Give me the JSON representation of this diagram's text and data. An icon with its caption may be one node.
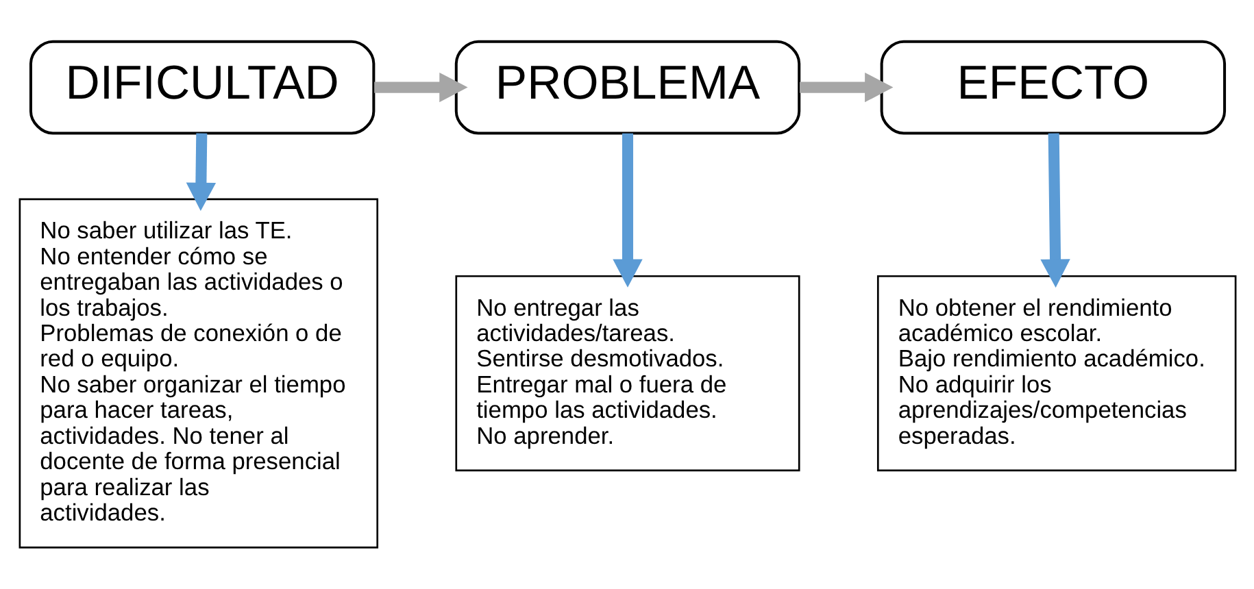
{
  "diagram": {
    "nodes": [
      {
        "text": [
          "DIFICULTAD"
        ]
      },
      {
        "text": [
          "PROBLEMA"
        ]
      },
      {
        "text": [
          "EFECTO"
        ]
      },
      {
        "text": [
          "No saber utilizar las TE.",
          "No entender cómo se entregaban las actividades o los trabajos.",
          "Problemas de conexión o de red o equipo.",
          "No saber organizar el tiempo para hacer tareas, actividades. No tener al docente de forma presencial para realizar las actividades."
        ]
      },
      {
        "text": [
          "No entregar las actividades/tareas.",
          "Sentirse desmotivados.",
          "Entregar mal o fuera de tiempo las actividades.",
          "No aprender."
        ]
      },
      {
        "text": [
          "No obtener el rendimiento académico escolar.",
          "Bajo rendimiento académico.",
          "No adquirir los aprendizajes/competencias esperadas."
        ]
      }
    ],
    "edges": [
      {
        "from": 0,
        "to": 1,
        "arrow": "to",
        "color": "#a6a6a6"
      },
      {
        "from": 1,
        "to": 2,
        "arrow": "to",
        "color": "#a6a6a6"
      },
      {
        "from": 0,
        "to": 3,
        "arrow": "to"
      },
      {
        "from": 1,
        "to": 4,
        "arrow": "to"
      },
      {
        "from": 2,
        "to": 5,
        "arrow": "to"
      }
    ]
  }
}
